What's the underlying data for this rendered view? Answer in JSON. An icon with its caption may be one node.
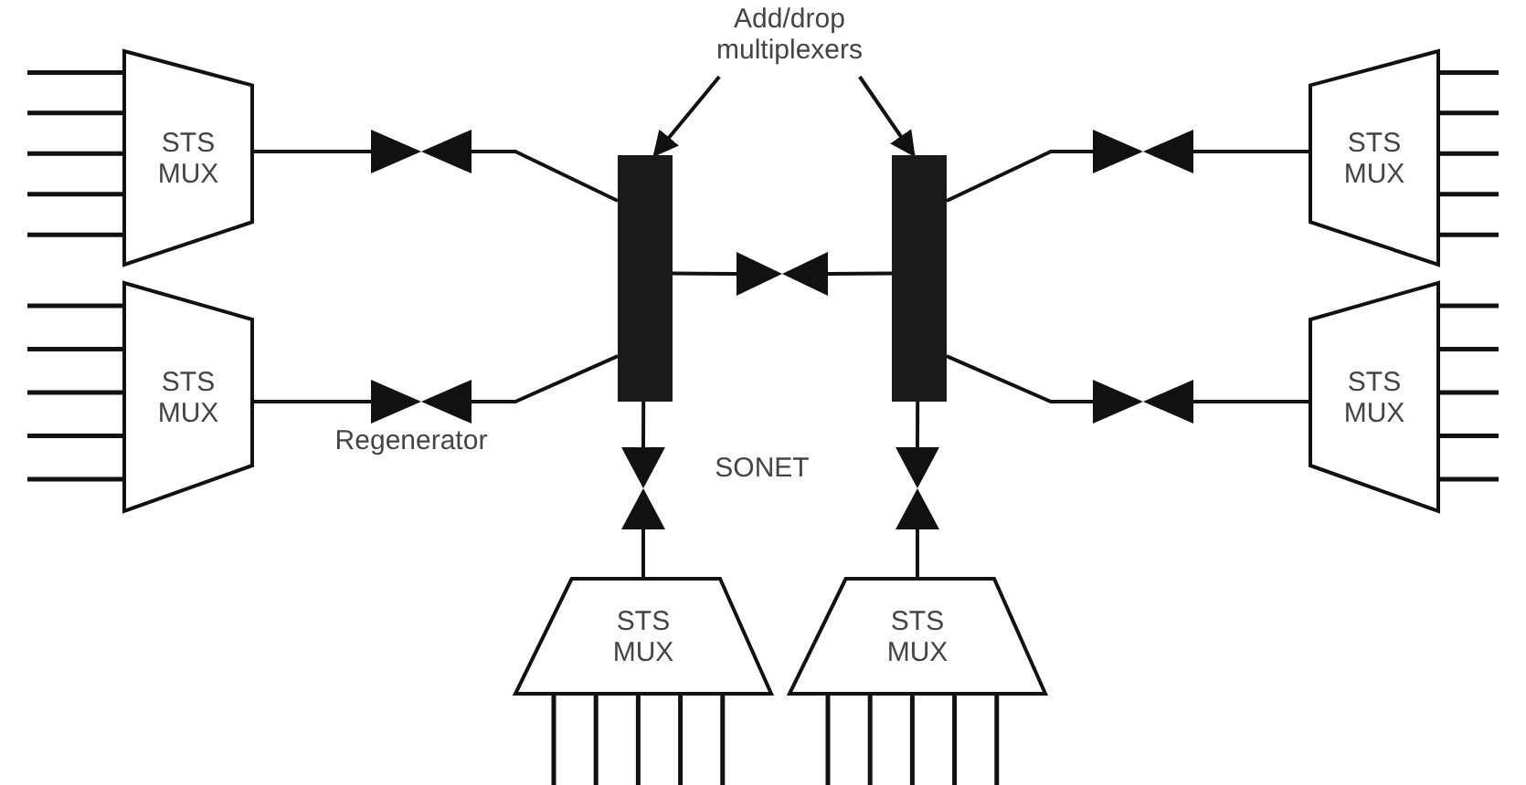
{
  "diagram": {
    "nodes": [
      {
        "text": [
          "Add/drop multiplexers"
        ]
      },
      {
        "text": [
          "STS MUX"
        ]
      },
      {
        "text": [],
        "shape": "bowtie"
      },
      {
        "text": [],
        "shape": "bar"
      },
      {
        "text": [],
        "shape": "bar"
      },
      {
        "text": [],
        "shape": "bowtie"
      },
      {
        "text": [
          "STS MUX"
        ]
      },
      {
        "text": [],
        "shape": "bowtie"
      },
      {
        "text": [
          "STS MUX"
        ]
      },
      {
        "text": [],
        "shape": "bowtie",
        "beside": [
          "Regenerator"
        ]
      },
      {
        "text": [],
        "shape": "bowtie"
      },
      {
        "text": [
          "STS MUX"
        ]
      },
      {
        "text": [],
        "shape": "bowtie"
      },
      {
        "text": [],
        "shape": "bowtie"
      },
      {
        "text": [
          "STS MUX"
        ]
      },
      {
        "text": [
          "STS MUX"
        ]
      }
    ],
    "edges": [
      {
        "from": 0,
        "to": 3,
        "arrow": "to"
      },
      {
        "from": 0,
        "to": 4,
        "arrow": "to"
      },
      {
        "from": 1,
        "to": 2,
        "arrow": "none"
      },
      {
        "from": 2,
        "to": 3,
        "arrow": "none"
      },
      {
        "from": 3,
        "to": 7,
        "arrow": "none"
      },
      {
        "from": 7,
        "to": 4,
        "arrow": "none"
      },
      {
        "from": 4,
        "to": 5,
        "arrow": "none"
      },
      {
        "from": 5,
        "to": 6,
        "arrow": "none"
      },
      {
        "from": 8,
        "to": 9,
        "arrow": "none"
      },
      {
        "from": 9,
        "to": 3,
        "arrow": "none"
      },
      {
        "from": 4,
        "to": 10,
        "arrow": "none"
      },
      {
        "from": 10,
        "to": 11,
        "arrow": "none"
      },
      {
        "from": 3,
        "to": 12,
        "arrow": "none"
      },
      {
        "from": 12,
        "to": 14,
        "arrow": "none"
      },
      {
        "from": 4,
        "to": 13,
        "arrow": "none"
      },
      {
        "from": 13,
        "to": 15,
        "arrow": "none"
      }
    ],
    "labels": [
      "SONET"
    ]
  }
}
